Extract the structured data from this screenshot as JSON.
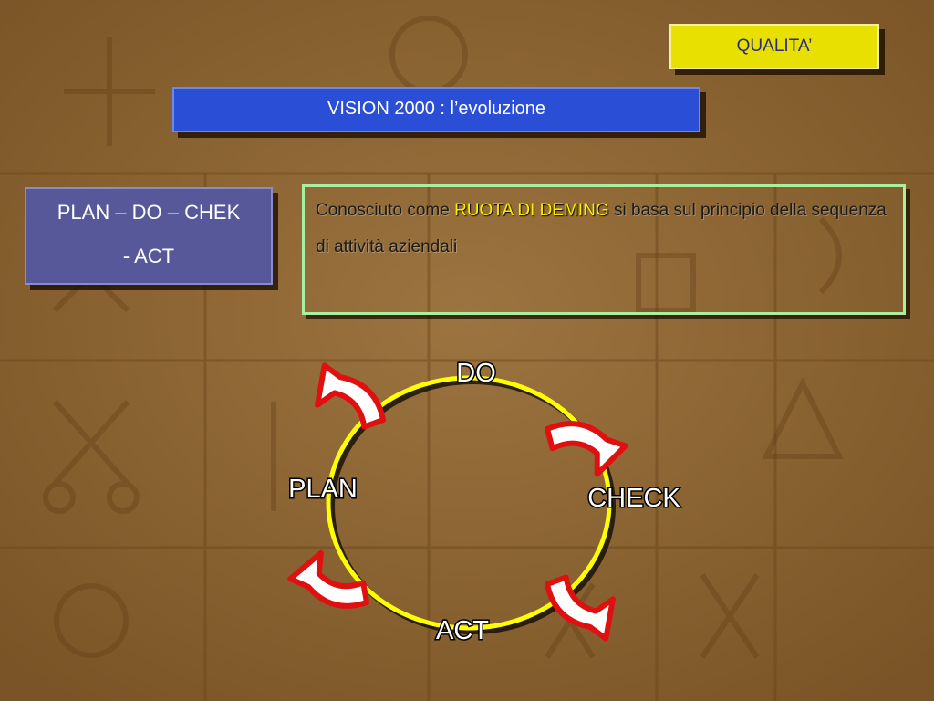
{
  "header": {
    "qualita": "QUALITA’",
    "vision": "VISION 2000 : l’evoluzione"
  },
  "left_box": {
    "line1": "PLAN – DO – CHEK",
    "line2": "- ACT"
  },
  "description": {
    "part1": "Conosciuto come ",
    "highlight": "RUOTA DI DEMING",
    "part2": " si basa sul principio della sequenza di attività aziendali"
  },
  "cycle": {
    "top": "DO",
    "right": "CHECK",
    "bottom": "ACT",
    "left": "PLAN"
  },
  "colors": {
    "accent_yellow": "#e8e000",
    "vision_blue": "#2a4fd6",
    "box_purple": "#56589a",
    "ring": "#ffff00",
    "arrows": "#e01010",
    "desc_border": "#a8f0a0"
  }
}
